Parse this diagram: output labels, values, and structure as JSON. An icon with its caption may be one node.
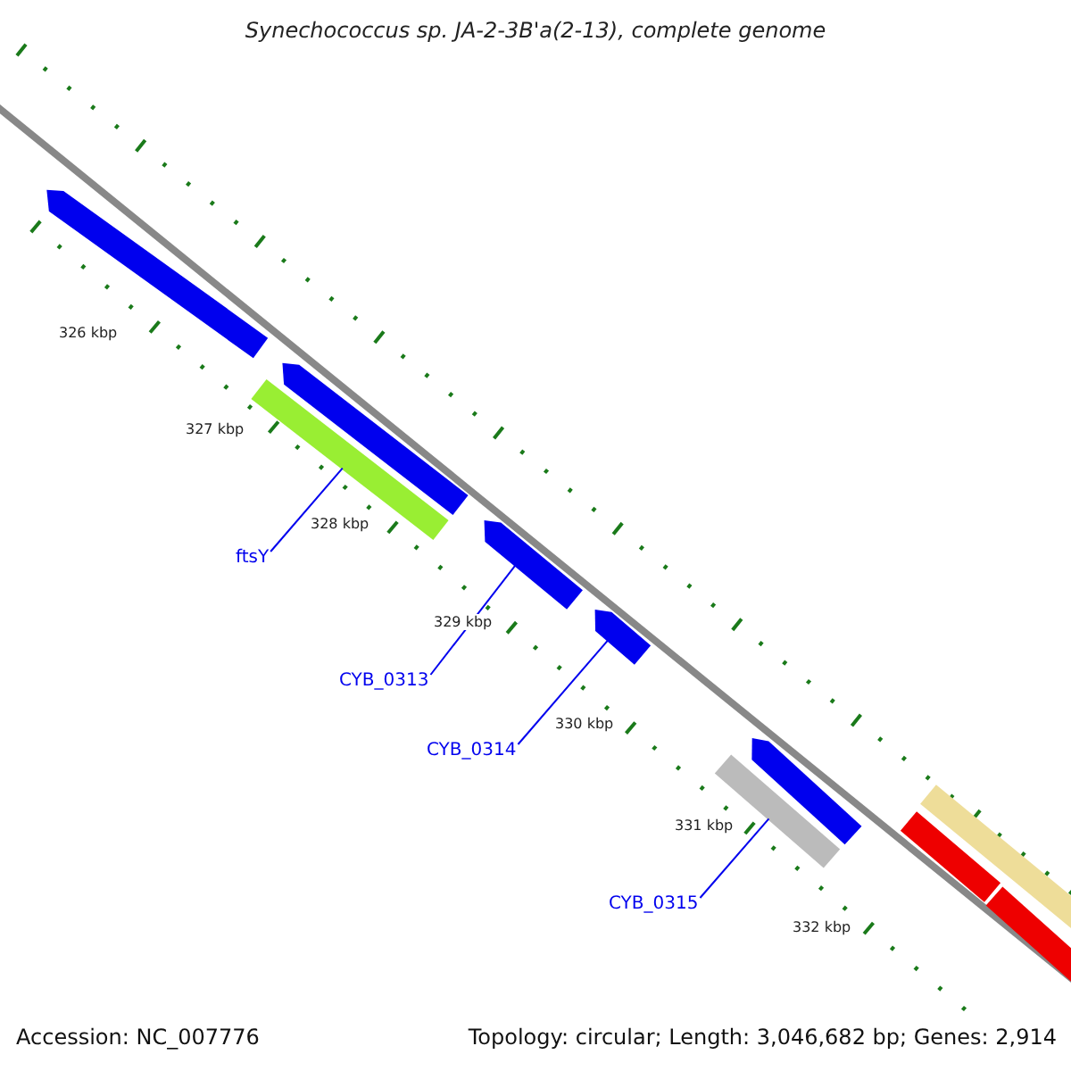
{
  "diagram": {
    "title": "Synechococcus sp. JA-2-3B'a(2-13), complete genome",
    "nodes": [
      {
        "text": [],
        "shape": "bar"
      },
      {
        "text": [],
        "shape": "bar"
      },
      {
        "text": [],
        "shape": "bar"
      },
      {
        "text": [],
        "shape": "bar"
      },
      {
        "text": [],
        "shape": "bar"
      },
      {
        "text": [],
        "shape": "bar"
      },
      {
        "text": [],
        "shape": "bar"
      },
      {
        "text": [],
        "shape": "bar"
      },
      {
        "text": [],
        "shape": "bar"
      },
      {
        "text": [],
        "shape": "bar"
      },
      {
        "text": [
          "ftsY"
        ]
      },
      {
        "text": [
          "CYB_0313"
        ]
      },
      {
        "text": [
          "CYB_0314"
        ]
      },
      {
        "text": [
          "CYB_0315"
        ]
      }
    ],
    "edges": [
      {
        "from": 10,
        "to": 2,
        "arrow": "none"
      },
      {
        "from": 11,
        "to": 3,
        "arrow": "none"
      },
      {
        "from": 12,
        "to": 4,
        "arrow": "none"
      },
      {
        "from": 13,
        "to": 5,
        "arrow": "none"
      }
    ],
    "labels": [
      "326 kbp",
      "327 kbp",
      "328 kbp",
      "329 kbp",
      "330 kbp",
      "331 kbp",
      "332 kbp",
      "Accession: NC_007776",
      "Topology: circular; Length: 3,046,682 bp; Genes: 2,914"
    ]
  }
}
